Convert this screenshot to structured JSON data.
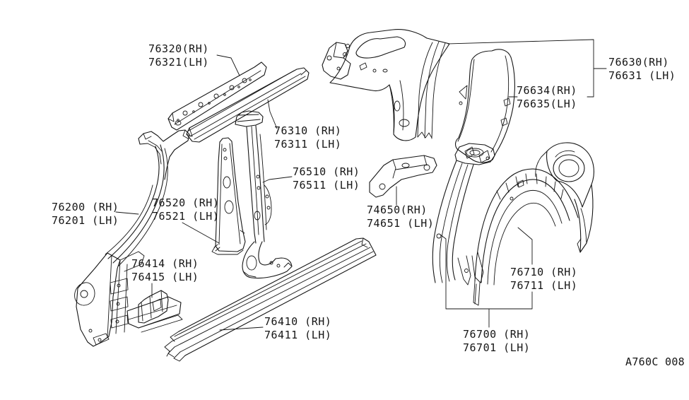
{
  "diagram": {
    "code": "A760C 008",
    "background_color": "#ffffff",
    "line_color": "#151515"
  },
  "parts": {
    "76320": {
      "rh": "76320(RH)",
      "lh": "76321(LH)"
    },
    "76310": {
      "rh": "76310 (RH)",
      "lh": "76311 (LH)"
    },
    "76200": {
      "rh": "76200 (RH)",
      "lh": "76201 (LH)"
    },
    "76510": {
      "rh": "76510 (RH)",
      "lh": "76511 (LH)"
    },
    "76520": {
      "rh": "76520 (RH)",
      "lh": "76521 (LH)"
    },
    "76414": {
      "rh": "76414 (RH)",
      "lh": "76415 (LH)"
    },
    "76410": {
      "rh": "76410 (RH)",
      "lh": "76411 (LH)"
    },
    "74650": {
      "rh": "74650(RH)",
      "lh": "74651 (LH)"
    },
    "76630": {
      "rh": "76630(RH)",
      "lh": "76631 (LH)"
    },
    "76634": {
      "rh": "76634(RH)",
      "lh": "76635(LH)"
    },
    "76710": {
      "rh": "76710 (RH)",
      "lh": "76711 (LH)"
    },
    "76700": {
      "rh": "76700 (RH)",
      "lh": "76701 (LH)"
    }
  }
}
